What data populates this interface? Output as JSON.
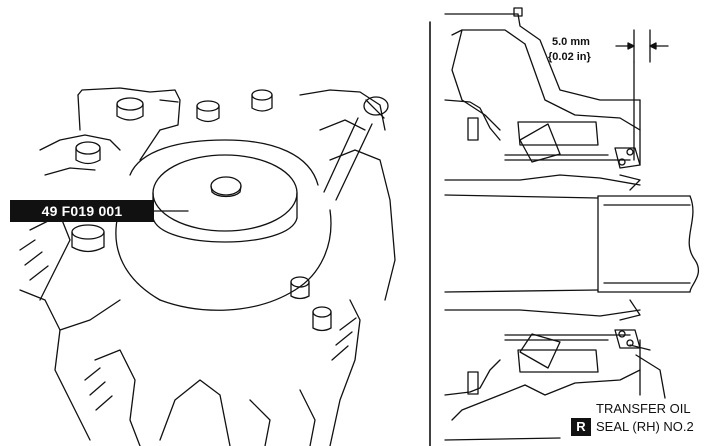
{
  "tool_label": "49 F019 001",
  "dimension": {
    "metric": "5.0 mm",
    "imperial": "{0.02 in}"
  },
  "part_label": {
    "line1": "TRANSFER OIL",
    "line2": "SEAL (RH) NO.2"
  },
  "badge": "R",
  "colors": {
    "ink": "#111111",
    "paper": "#ffffff",
    "label_bg": "#111111",
    "label_fg": "#ffffff"
  }
}
